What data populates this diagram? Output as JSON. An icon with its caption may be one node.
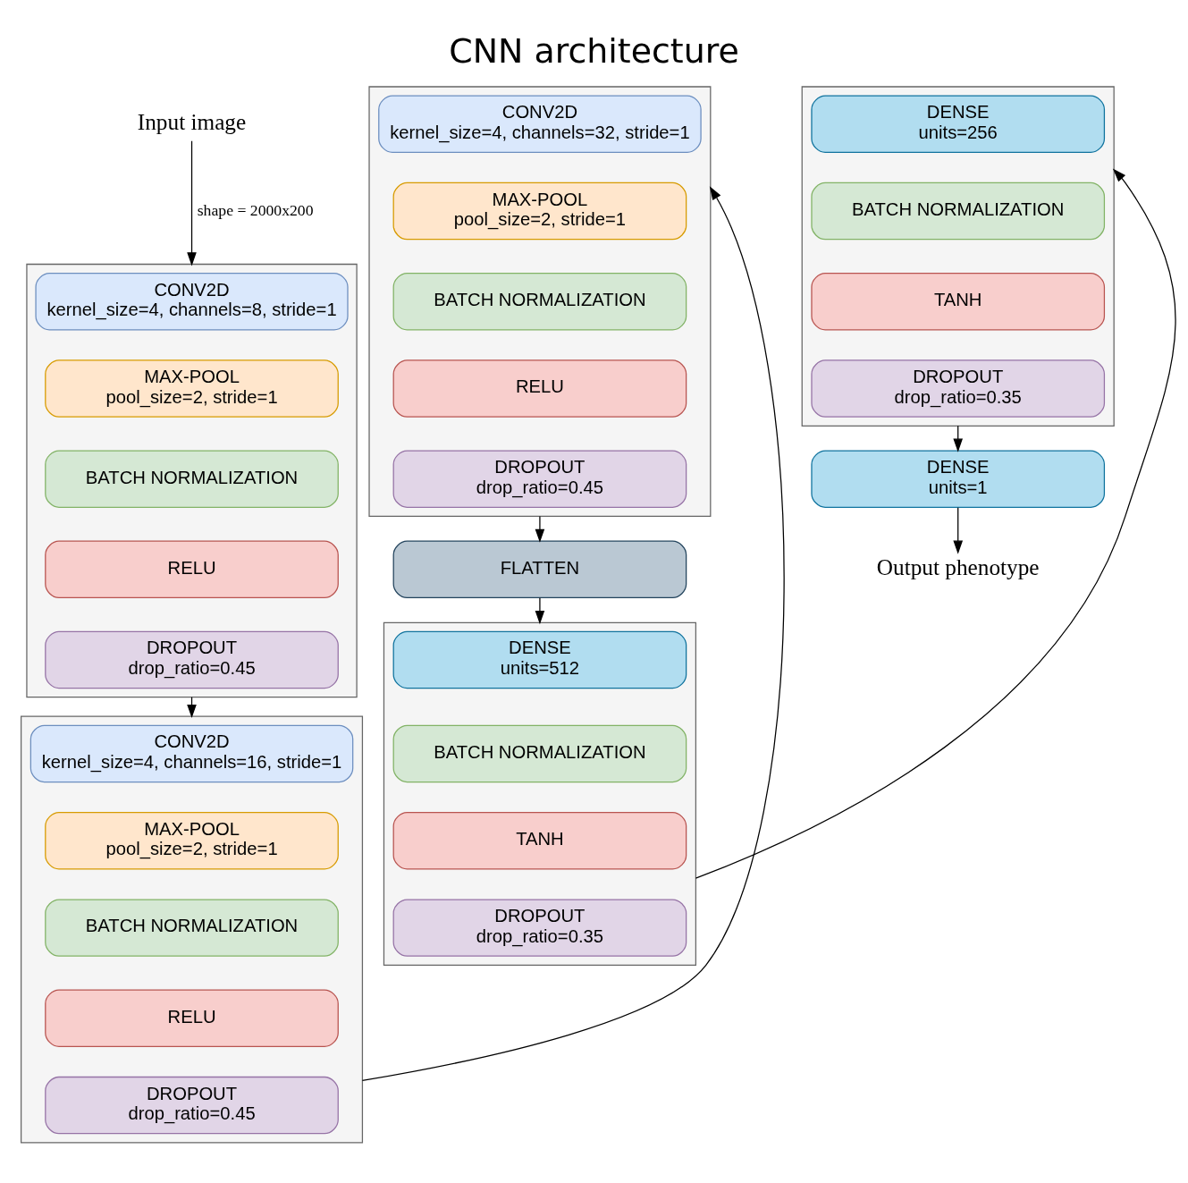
{
  "diagram": {
    "title": "CNN architecture",
    "nodes": [
      {
        "text": [
          "Input image"
        ]
      },
      {
        "text": [],
        "shape": "box"
      },
      {
        "text": [
          "CONV2D",
          "kernel_size=4, channels=8, stride=1"
        ],
        "in": 1
      },
      {
        "text": [
          "MAX-POOL",
          "pool_size=2, stride=1"
        ],
        "in": 1
      },
      {
        "text": [
          "BATCH NORMALIZATION"
        ],
        "in": 1
      },
      {
        "text": [
          "RELU"
        ],
        "in": 1
      },
      {
        "text": [
          "DROPOUT",
          "drop_ratio=0.45"
        ],
        "in": 1
      },
      {
        "text": [],
        "shape": "box"
      },
      {
        "text": [
          "CONV2D",
          "kernel_size=4, channels=16, stride=1"
        ],
        "in": 7
      },
      {
        "text": [
          "MAX-POOL",
          "pool_size=2, stride=1"
        ],
        "in": 7
      },
      {
        "text": [
          "BATCH NORMALIZATION"
        ],
        "in": 7
      },
      {
        "text": [
          "RELU"
        ],
        "in": 7
      },
      {
        "text": [
          "DROPOUT",
          "drop_ratio=0.45"
        ],
        "in": 7
      },
      {
        "text": [],
        "shape": "box"
      },
      {
        "text": [
          "CONV2D",
          "kernel_size=4, channels=32, stride=1"
        ],
        "in": 13
      },
      {
        "text": [
          "MAX-POOL",
          "pool_size=2, stride=1"
        ],
        "in": 13
      },
      {
        "text": [
          "BATCH NORMALIZATION"
        ],
        "in": 13
      },
      {
        "text": [
          "RELU"
        ],
        "in": 13
      },
      {
        "text": [
          "DROPOUT",
          "drop_ratio=0.45"
        ],
        "in": 13
      },
      {
        "text": [
          "FLATTEN"
        ]
      },
      {
        "text": [],
        "shape": "box"
      },
      {
        "text": [
          "DENSE",
          "units=512"
        ],
        "in": 20
      },
      {
        "text": [
          "BATCH NORMALIZATION"
        ],
        "in": 20
      },
      {
        "text": [
          "TANH"
        ],
        "in": 20
      },
      {
        "text": [
          "DROPOUT",
          "drop_ratio=0.35"
        ],
        "in": 20
      },
      {
        "text": [],
        "shape": "box"
      },
      {
        "text": [
          "DENSE",
          "units=256"
        ],
        "in": 25
      },
      {
        "text": [
          "BATCH NORMALIZATION"
        ],
        "in": 25
      },
      {
        "text": [
          "TANH"
        ],
        "in": 25
      },
      {
        "text": [
          "DROPOUT",
          "drop_ratio=0.35"
        ],
        "in": 25
      },
      {
        "text": [
          "DENSE",
          "units=1"
        ]
      },
      {
        "text": [
          "Output phenotype"
        ]
      }
    ],
    "edges": [
      {
        "from": 0,
        "to": 1,
        "arrow": "to",
        "label": "shape = 2000x200"
      },
      {
        "from": 1,
        "to": 7,
        "arrow": "to"
      },
      {
        "from": 7,
        "to": 13,
        "arrow": "to"
      },
      {
        "from": 13,
        "to": 19,
        "arrow": "to"
      },
      {
        "from": 19,
        "to": 20,
        "arrow": "to"
      },
      {
        "from": 20,
        "to": 25,
        "arrow": "to"
      },
      {
        "from": 25,
        "to": 30,
        "arrow": "to"
      },
      {
        "from": 30,
        "to": 31,
        "arrow": "to"
      }
    ]
  }
}
